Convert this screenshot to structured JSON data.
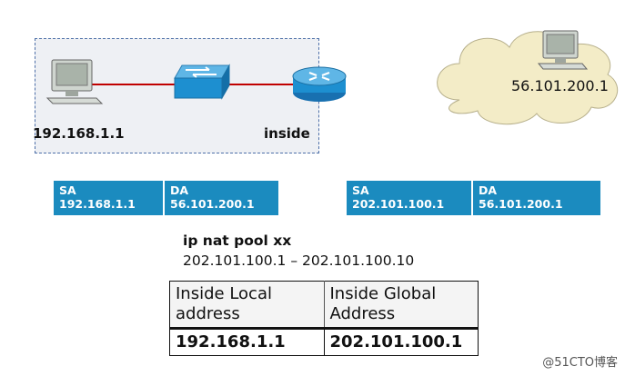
{
  "hosts": {
    "inside_host_ip": "192.168.1.1",
    "router_label": "inside",
    "outside_host_ip": "56.101.200.1"
  },
  "packets": [
    {
      "sa_label": "SA",
      "sa_value": "192.168.1.1",
      "da_label": "DA",
      "da_value": "56.101.200.1"
    },
    {
      "sa_label": "SA",
      "sa_value": "202.101.100.1",
      "da_label": "DA",
      "da_value": "56.101.200.1"
    }
  ],
  "nat_pool": {
    "title": "ip nat pool xx",
    "range": "202.101.100.1 – 202.101.100.10"
  },
  "nat_table": {
    "col_local": "Inside Local address",
    "col_global": "Inside Global Address",
    "local_value": "192.168.1.1",
    "global_value": "202.101.100.1"
  },
  "watermark": "@51CTO博客",
  "colors": {
    "header_blue": "#1b8bbf",
    "link_red": "#c00000",
    "lan_border": "#4d6fa8"
  },
  "icons": [
    "pc-icon",
    "switch-icon",
    "router-icon",
    "cloud-icon"
  ]
}
